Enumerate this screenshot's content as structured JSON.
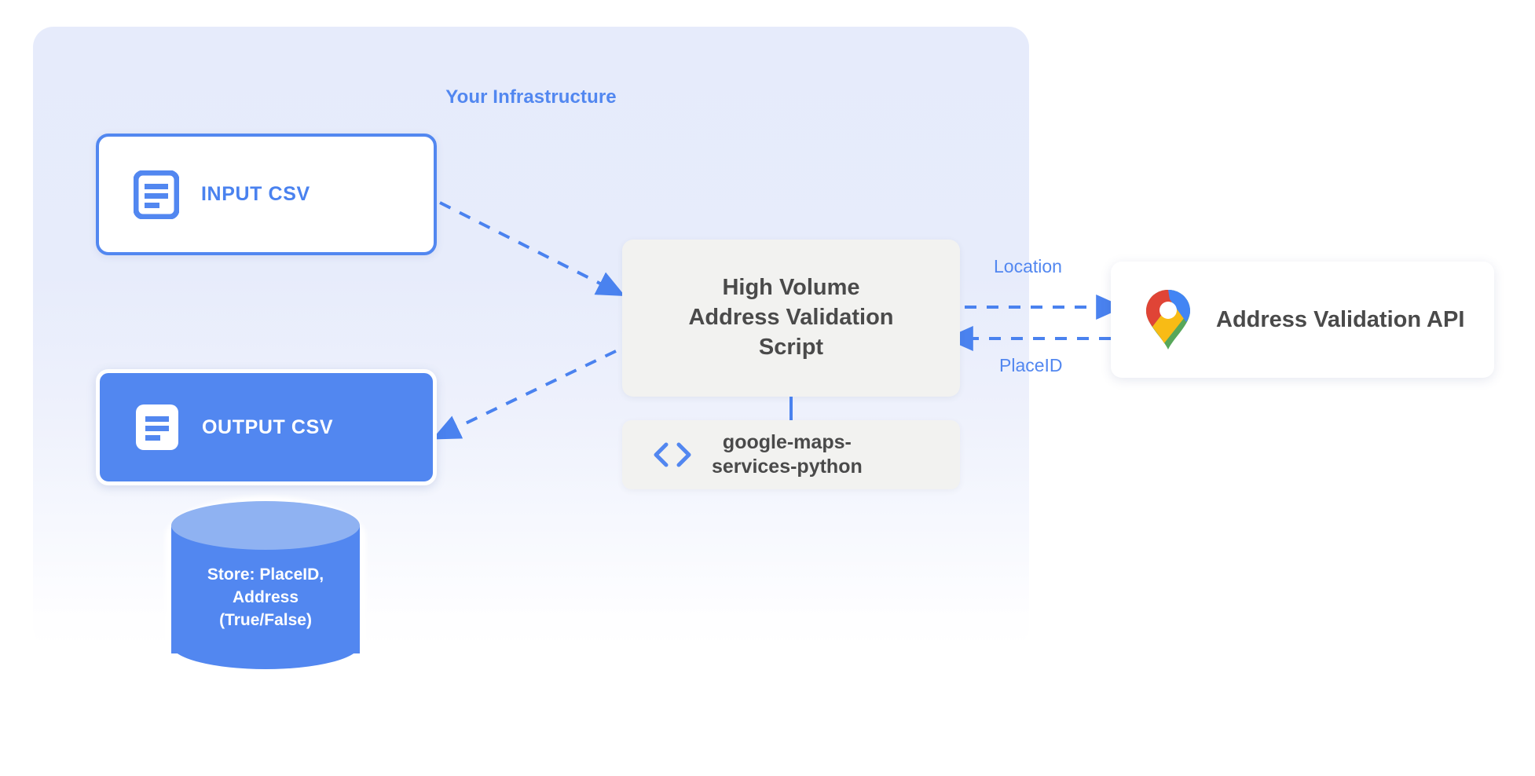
{
  "panel": {
    "title": "Your Infrastructure",
    "accent_color": "#5287f0",
    "background_top": "#e6ebfb",
    "background_bottom": "#ffffff"
  },
  "nodes": {
    "input_csv": {
      "label": "INPUT CSV",
      "icon": "document-icon",
      "border_color": "#5287f0",
      "fill_color": "#ffffff",
      "text_color": "#4a82ef"
    },
    "output_csv": {
      "label": "OUTPUT CSV",
      "icon": "document-icon",
      "border_color": "#ffffff",
      "fill_color": "#5287f0",
      "text_color": "#ffffff"
    },
    "script": {
      "line1": "High Volume",
      "line2": "Address Validation",
      "line3": "Script",
      "fill_color": "#f2f2f0",
      "text_color": "#4a4a4a"
    },
    "library": {
      "line1": "google-maps-",
      "line2": "services-python",
      "icon": "code-brackets-icon",
      "icon_color": "#5287f0",
      "fill_color": "#f2f2f0",
      "text_color": "#4a4a4a"
    },
    "api": {
      "label": "Address Validation API",
      "icon": "google-maps-pin-icon",
      "fill_color": "#ffffff",
      "text_color": "#4a4a4a"
    },
    "database": {
      "line1": "Store: PlaceID,",
      "line2": "Address",
      "line3": "(True/False)",
      "body_color": "#5287f0",
      "top_color": "#8fb2f2",
      "text_color": "#ffffff"
    }
  },
  "edges": {
    "input_to_script": {
      "label": "",
      "style": "dashed",
      "direction": "input-csv -> script"
    },
    "script_to_output": {
      "label": "",
      "style": "dashed",
      "direction": "script -> output-csv"
    },
    "script_to_api": {
      "label": "Location",
      "style": "dashed",
      "direction": "script -> api"
    },
    "api_to_script": {
      "label": "PlaceID",
      "style": "dashed",
      "direction": "api -> script"
    },
    "script_to_library": {
      "label": "",
      "style": "solid",
      "direction": "script -- library"
    },
    "edge_color": "#4a82ef"
  },
  "icons": {
    "maps_pin_colors": {
      "blue": "#4285f4",
      "red": "#e04436",
      "yellow": "#f8bb15",
      "green": "#57a75a",
      "center": "#ffffff"
    }
  }
}
